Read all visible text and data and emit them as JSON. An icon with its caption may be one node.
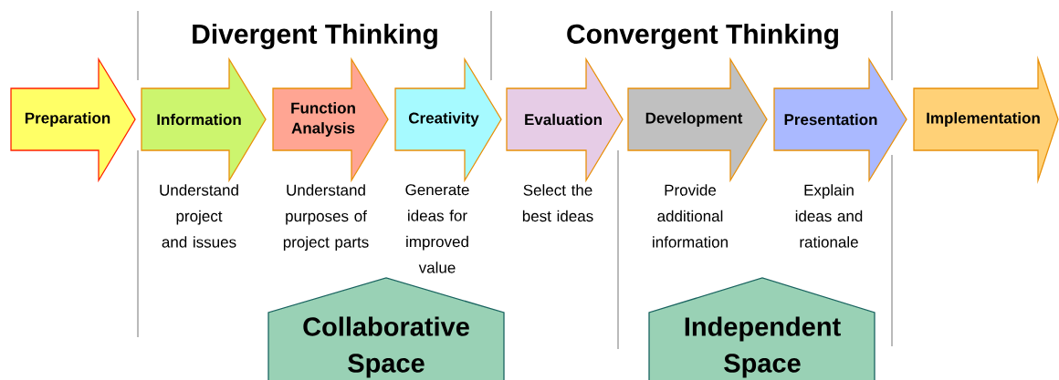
{
  "diagram": {
    "nodes": [
      {
        "text": [
          "Preparation"
        ]
      },
      {
        "text": [
          "Information"
        ],
        "beside": [
          "Understand project and issues"
        ]
      },
      {
        "text": [
          "Function Analysis"
        ],
        "beside": [
          "Understand purposes of project parts"
        ]
      },
      {
        "text": [
          "Creativity"
        ],
        "beside": [
          "Generate ideas for improved value"
        ]
      },
      {
        "text": [
          "Evaluation"
        ],
        "beside": [
          "Select the best ideas"
        ]
      },
      {
        "text": [
          "Development"
        ],
        "beside": [
          "Provide additional information"
        ]
      },
      {
        "text": [
          "Presentation"
        ],
        "beside": [
          "Explain ideas and rationale"
        ]
      },
      {
        "text": [
          "Implementation"
        ]
      },
      {
        "text": [
          "Collaborative Space"
        ]
      },
      {
        "text": [
          "Independent Space"
        ]
      }
    ],
    "labels": [
      "Divergent Thinking",
      "Convergent Thinking"
    ]
  }
}
